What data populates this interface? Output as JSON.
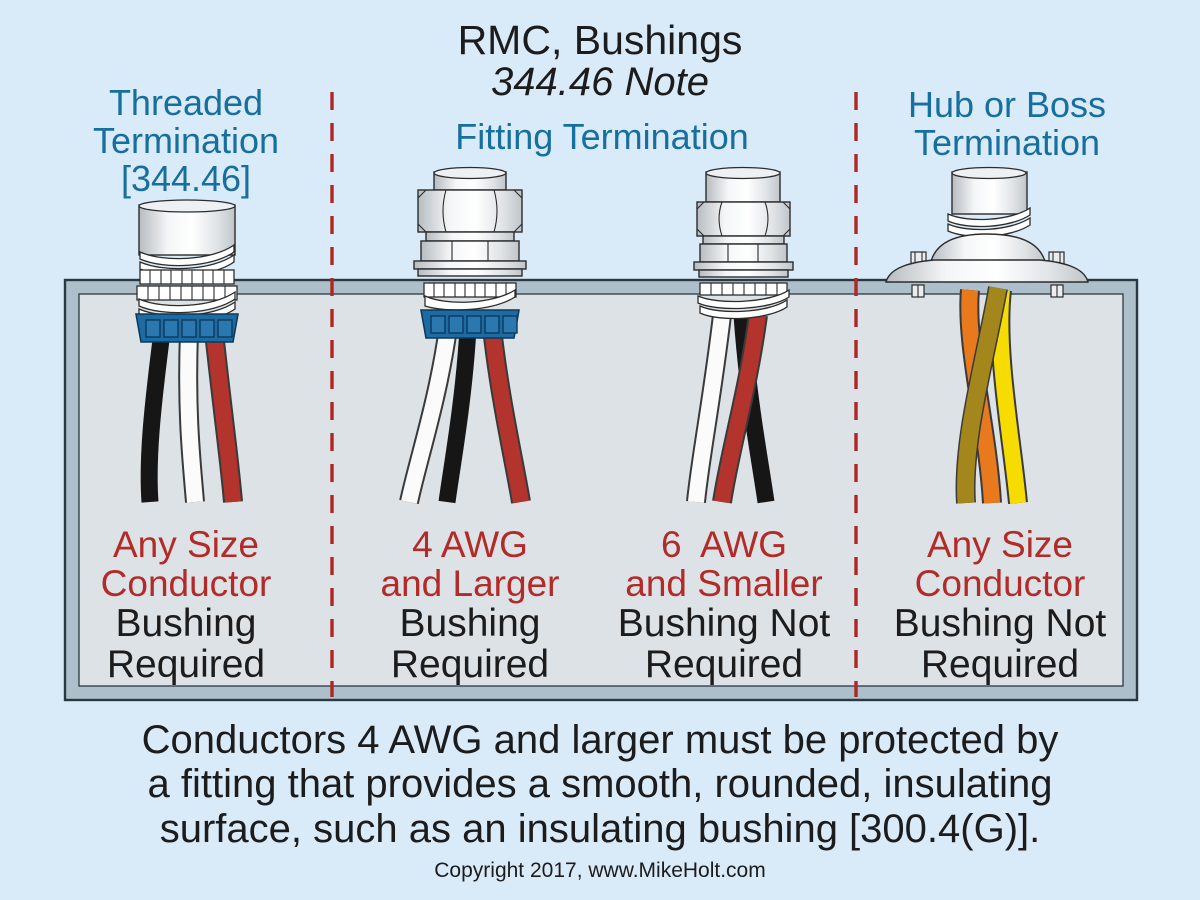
{
  "title": {
    "line1": "RMC, Bushings",
    "line2": "344.46 Note"
  },
  "headers": {
    "threaded": "Threaded\nTermination\n[344.46]",
    "fitting": "Fitting Termination",
    "hub": "Hub or Boss\nTermination"
  },
  "columns": [
    {
      "conductor": "Any Size\nConductor",
      "bushing": "Bushing\nRequired"
    },
    {
      "conductor": "4 AWG\nand Larger",
      "bushing": "Bushing\nRequired"
    },
    {
      "conductor": "6  AWG\nand Smaller",
      "bushing": "Bushing Not\nRequired"
    },
    {
      "conductor": "Any Size\nConductor",
      "bushing": "Bushing Not\nRequired"
    }
  ],
  "note": "Conductors 4 AWG and larger must be protected by\na fitting that provides a smooth, rounded, insulating\nsurface, such as an insulating bushing [300.4(G)].",
  "copyright": "Copyright 2017, www.MikeHolt.com",
  "colors": {
    "background": "#d9eaf8",
    "accent_blue": "#176f9e",
    "accent_red": "#b22b28",
    "text_black": "#1c1c1c",
    "divider_red": "#b02622",
    "box_border": "#adbfca",
    "box_fill": "#dde2e6",
    "bushing_blue": "#1e6ba4",
    "wire_black": "#161616",
    "wire_white": "#fbfbfb",
    "wire_red": "#b2342c",
    "wire_orange": "#e8791c",
    "wire_yellow": "#f6dc00",
    "wire_olive": "#a3861c"
  }
}
